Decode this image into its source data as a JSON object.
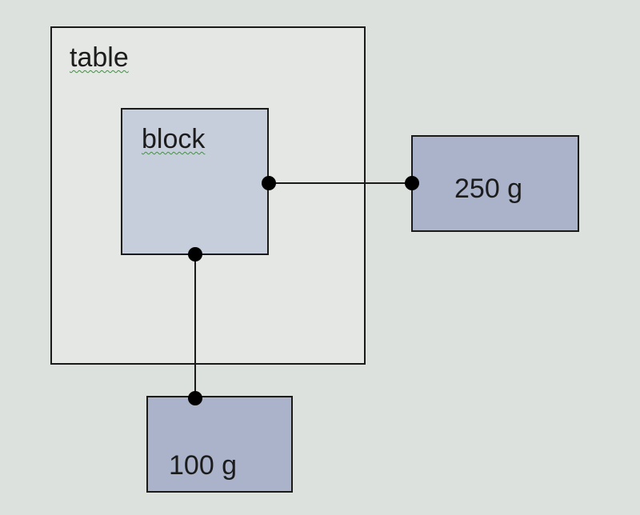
{
  "diagram": {
    "table": {
      "label": "table"
    },
    "block": {
      "label": "block"
    },
    "hanging_mass_right": {
      "label": "250 g"
    },
    "hanging_mass_bottom": {
      "label": "100 g"
    }
  },
  "colors": {
    "background": "#dde1de",
    "table_fill": "#e4e7e4",
    "block_fill": "#c6cedb",
    "mass_fill": "#aab3c9",
    "line": "#1a1a1a"
  }
}
